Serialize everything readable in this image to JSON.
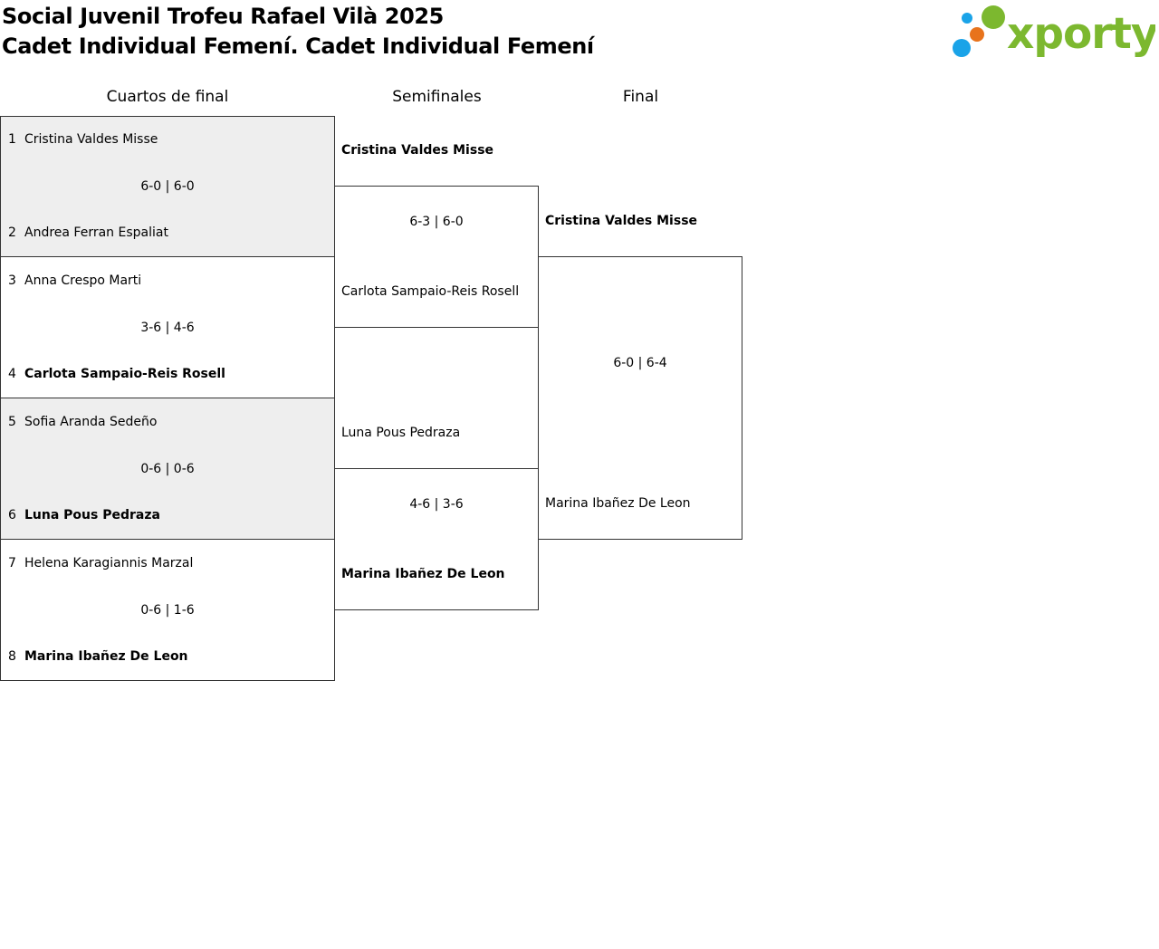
{
  "title_line1": "Social Juvenil Trofeu Rafael Vilà 2025",
  "title_line2": "Cadet Individual Femení. Cadet Individual Femení",
  "logo": {
    "text": "xporty",
    "colors": [
      "#1aa3e8",
      "#e8731c",
      "#7cb82f"
    ]
  },
  "rounds": [
    "Cuartos de final",
    "Semifinales",
    "Final"
  ],
  "quarterfinals": [
    {
      "p1": {
        "seed": "1",
        "name": "Cristina Valdes Misse"
      },
      "p2": {
        "seed": "2",
        "name": "Andrea Ferran Espaliat"
      },
      "score": "6-0 | 6-0",
      "winner": 1
    },
    {
      "p1": {
        "seed": "3",
        "name": "Anna Crespo Marti"
      },
      "p2": {
        "seed": "4",
        "name": "Carlota Sampaio-Reis Rosell"
      },
      "score": "3-6 | 4-6",
      "winner": 2
    },
    {
      "p1": {
        "seed": "5",
        "name": "Sofia Aranda Sedeño"
      },
      "p2": {
        "seed": "6",
        "name": "Luna Pous Pedraza"
      },
      "score": "0-6 | 0-6",
      "winner": 2
    },
    {
      "p1": {
        "seed": "7",
        "name": "Helena Karagiannis Marzal"
      },
      "p2": {
        "seed": "8",
        "name": "Marina Ibañez De Leon"
      },
      "score": "0-6 | 1-6",
      "winner": 2
    }
  ],
  "semifinals": [
    {
      "p1": "Cristina Valdes Misse",
      "p2": "Carlota Sampaio-Reis Rosell",
      "score": "6-3 | 6-0",
      "winner": 1
    },
    {
      "p1": "Luna Pous Pedraza",
      "p2": "Marina Ibañez De Leon",
      "score": "4-6 | 3-6",
      "winner": 2
    }
  ],
  "final": {
    "p1": "Cristina Valdes Misse",
    "p2": "Marina Ibañez De Leon",
    "score": "6-0 | 6-4",
    "winner": 1
  }
}
